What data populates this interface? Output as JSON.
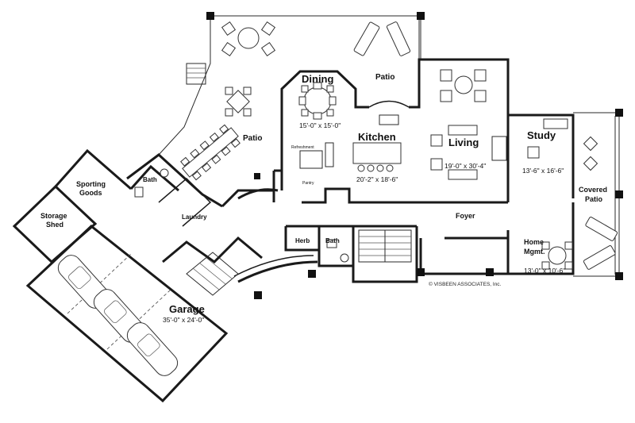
{
  "rooms": {
    "dining": {
      "name": "Dining",
      "dim": "15'-0\" x 15'-0\""
    },
    "kitchen": {
      "name": "Kitchen",
      "dim": "20'-2\" x 18'-6\""
    },
    "living": {
      "name": "Living",
      "dim": "19'-0\" x 30'-4\""
    },
    "study": {
      "name": "Study",
      "dim": "13'-6\" x 16'-6\""
    },
    "garage": {
      "name": "Garage",
      "dim": "35'-0\" x 24'-0\""
    },
    "home_mgmt": {
      "name_line1": "Home",
      "name_line2": "Mgmt.",
      "dim": "13'-0\" x 10'-6\""
    },
    "patio_top": {
      "name": "Patio"
    },
    "patio_left": {
      "name": "Patio"
    },
    "covered_patio": {
      "name_line1": "Covered",
      "name_line2": "Patio"
    },
    "sporting_goods": {
      "name_line1": "Sporting",
      "name_line2": "Goods"
    },
    "storage_shed": {
      "name_line1": "Storage",
      "name_line2": "Shed"
    },
    "bath_left": {
      "name": "Bath"
    },
    "bath_center": {
      "name": "Bath"
    },
    "laundry": {
      "name": "Laundry"
    },
    "herb": {
      "name": "Herb"
    },
    "foyer": {
      "name": "Foyer"
    },
    "refreshment": {
      "name": "Refreshment"
    },
    "pantry": {
      "name": "Pantry"
    }
  },
  "credit": "© VISBEEN ASSOCIATES, Inc."
}
